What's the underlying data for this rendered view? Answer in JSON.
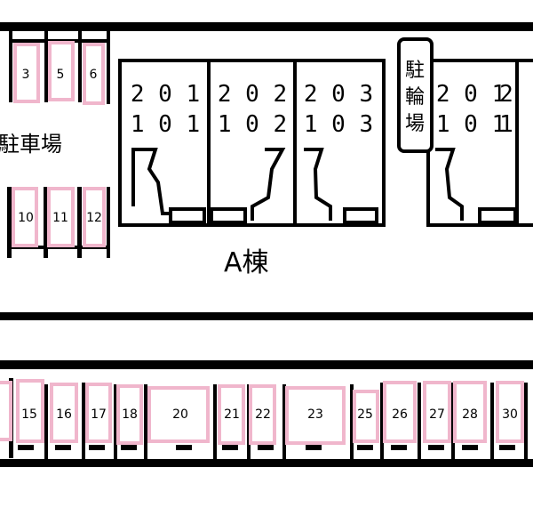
{
  "site_labels": {
    "parking": "駐車場",
    "building": "A棟",
    "bike_parking_chars": [
      "駐",
      "輪",
      "場"
    ]
  },
  "units_a": [
    {
      "upper": "201",
      "lower": "101"
    },
    {
      "upper": "202",
      "lower": "102"
    },
    {
      "upper": "203",
      "lower": "103"
    }
  ],
  "units_b": [
    {
      "upper": "201",
      "lower": "101"
    },
    {
      "upper": "2",
      "lower": "1"
    }
  ],
  "spaces": {
    "top_row": [
      "3",
      "5",
      "6"
    ],
    "middle_row": [
      "10",
      "11",
      "12"
    ],
    "bottom_row": [
      "15",
      "16",
      "17",
      "18",
      "20",
      "21",
      "22",
      "23",
      "25",
      "26",
      "27",
      "28",
      "30"
    ]
  },
  "colors": {
    "outline": "#000000",
    "space_border": "#f0b6cc"
  }
}
